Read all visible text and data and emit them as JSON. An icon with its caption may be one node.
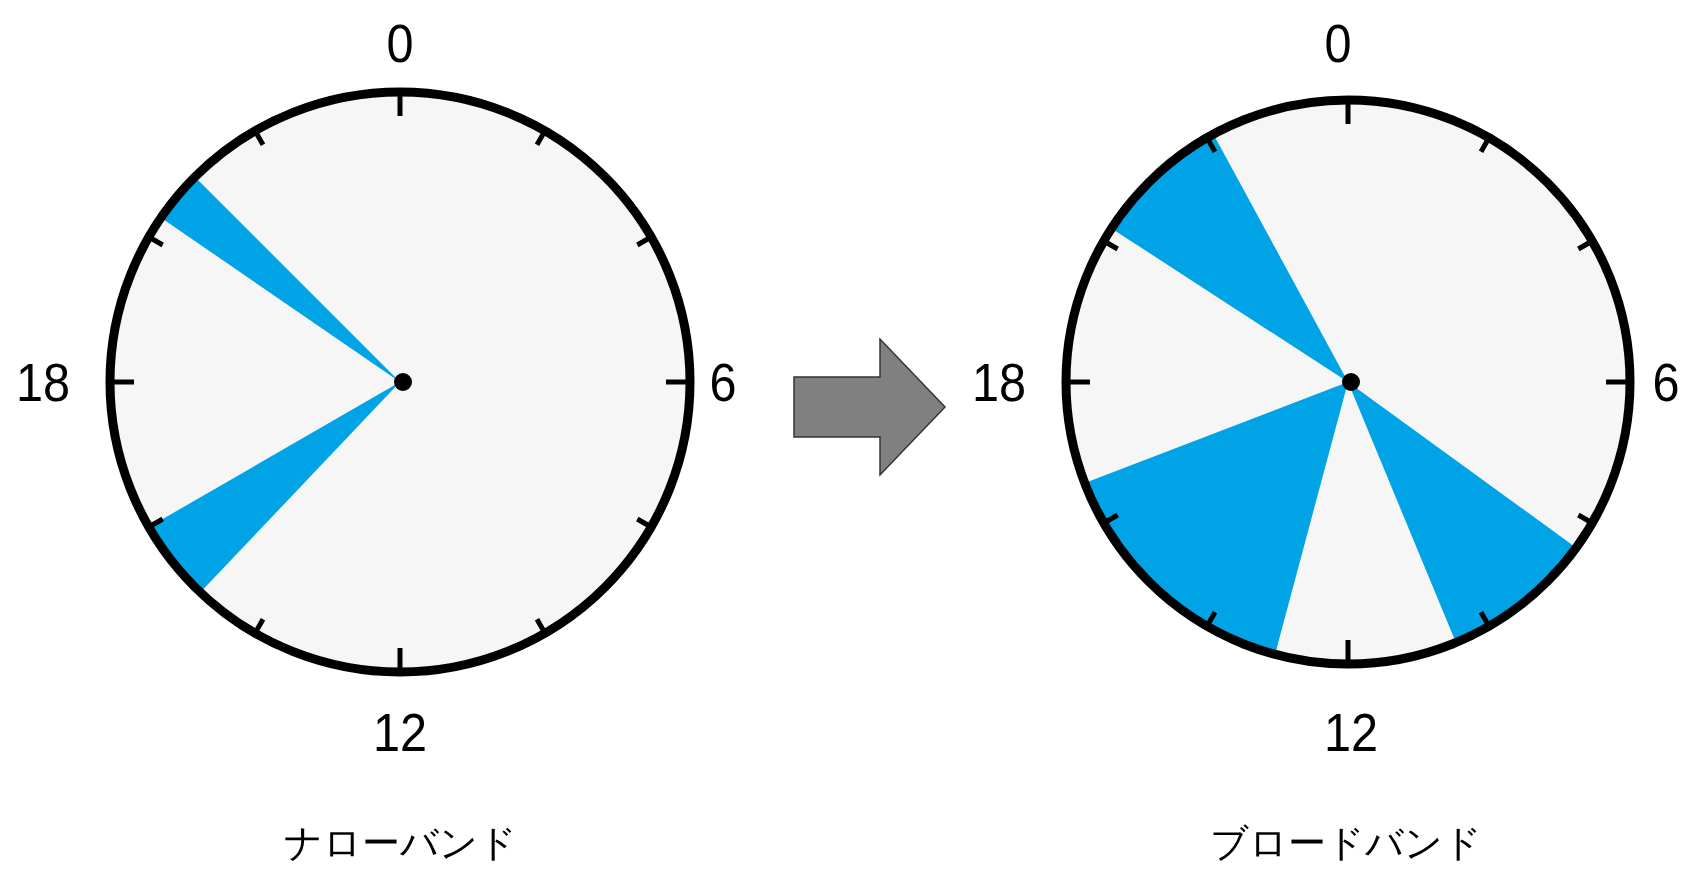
{
  "diagram": {
    "nodes": [
      {
        "text": [],
        "shape": "circle"
      },
      {
        "text": [],
        "shape": "circle"
      }
    ],
    "edges": [
      {
        "from": 0,
        "to": 1,
        "arrow": "to"
      }
    ],
    "labels": [
      "0",
      "0",
      "18",
      "6",
      "18",
      "6",
      "12",
      "12",
      "ナローバンド",
      "ブロードバンド"
    ]
  }
}
